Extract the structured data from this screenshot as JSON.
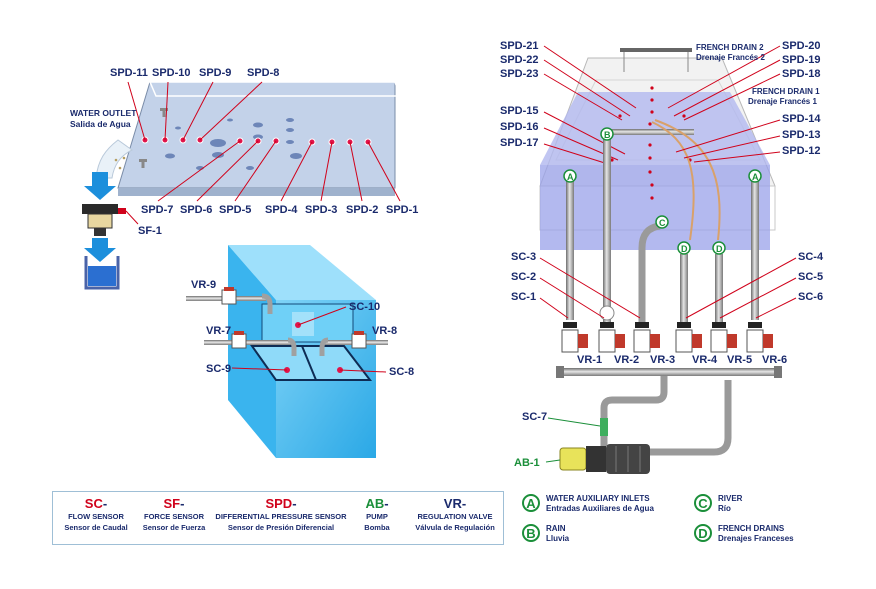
{
  "left_top": {
    "spd_top": [
      "SPD-11",
      "SPD-10",
      "SPD-9",
      "SPD-8"
    ],
    "spd_bottom": [
      "SPD-7",
      "SPD-6",
      "SPD-5",
      "SPD-4",
      "SPD-3",
      "SPD-2",
      "SPD-1"
    ],
    "water_outlet_en": "WATER OUTLET",
    "water_outlet_es": "Salida de Agua",
    "sf1": "SF-1"
  },
  "left_bottom": {
    "vr9": "VR-9",
    "vr7": "VR-7",
    "vr8": "VR-8",
    "sc10": "SC-10",
    "sc9": "SC-9",
    "sc8": "SC-8"
  },
  "right": {
    "spd_left": [
      "SPD-21",
      "SPD-22",
      "SPD-23",
      "SPD-15",
      "SPD-16",
      "SPD-17"
    ],
    "spd_right": [
      "SPD-20",
      "SPD-19",
      "SPD-18",
      "SPD-14",
      "SPD-13",
      "SPD-12"
    ],
    "french2_en": "FRENCH DRAIN 2",
    "french2_es": "Drenaje Francés 2",
    "french1_en": "FRENCH DRAIN 1",
    "french1_es": "Drenaje Francés 1",
    "sc_left": [
      "SC-3",
      "SC-2",
      "SC-1"
    ],
    "sc_right": [
      "SC-4",
      "SC-5",
      "SC-6"
    ],
    "vr": [
      "VR-1",
      "VR-2",
      "VR-3",
      "VR-4",
      "VR-5",
      "VR-6"
    ],
    "sc7": "SC-7",
    "ab1": "AB-1",
    "inlet_a": "A",
    "inlet_b": "B",
    "inlet_c": "C",
    "inlet_d": "D"
  },
  "legend": [
    {
      "prefix": "SC",
      "rest": "-",
      "en": "FLOW SENSOR",
      "es": "Sensor de Caudal",
      "color": "red"
    },
    {
      "prefix": "SF",
      "rest": "-",
      "en": "FORCE SENSOR",
      "es": "Sensor de Fuerza",
      "color": "red"
    },
    {
      "prefix": "SPD",
      "rest": "-",
      "en": "DIFFERENTIAL PRESSURE SENSOR",
      "es": "Sensor de Presión Diferencial",
      "color": "red"
    },
    {
      "prefix": "AB",
      "rest": "-",
      "en": "PUMP",
      "es": "Bomba",
      "color": "green"
    },
    {
      "prefix": "VR",
      "rest": "-",
      "en": "REGULATION VALVE",
      "es": "Válvula de Regulación",
      "color": "blue"
    }
  ],
  "keys": [
    {
      "letter": "A",
      "en": "WATER AUXILIARY INLETS",
      "es": "Entradas Auxiliares de Agua"
    },
    {
      "letter": "C",
      "en": "RIVER",
      "es": "Río"
    },
    {
      "letter": "B",
      "en": "RAIN",
      "es": "Lluvia"
    },
    {
      "letter": "D",
      "en": "FRENCH DRAINS",
      "es": "Drenajes Franceses"
    }
  ],
  "colors": {
    "navy": "#1a2a6c",
    "red": "#d0021b",
    "green": "#1b8f3a",
    "water": "#3fb6ee",
    "tray": "#c9d6ea"
  }
}
